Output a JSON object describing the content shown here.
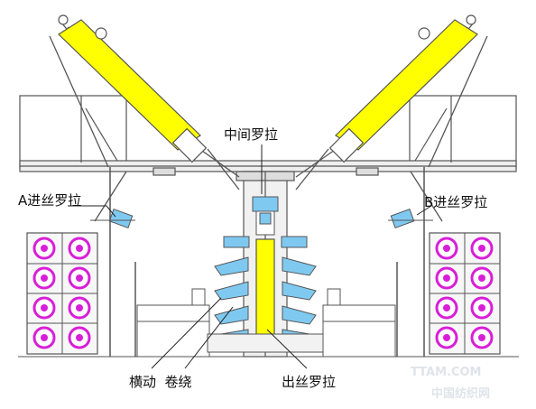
{
  "labels": {
    "middle_roller": "中间罗拉",
    "a_feed_roller": "A进丝罗拉",
    "b_feed_roller": "B进丝罗拉",
    "traverse_winding": "横动  卷绕",
    "output_roller": "出丝罗拉"
  },
  "watermark": {
    "line1": "TTAM.COM",
    "line2": "中国纺织网"
  },
  "colors": {
    "yellow": "#ffff00",
    "magenta": "#d81fd8",
    "blue": "#7fc9f1",
    "line": "#555555",
    "gray": "#e9e9e9"
  }
}
